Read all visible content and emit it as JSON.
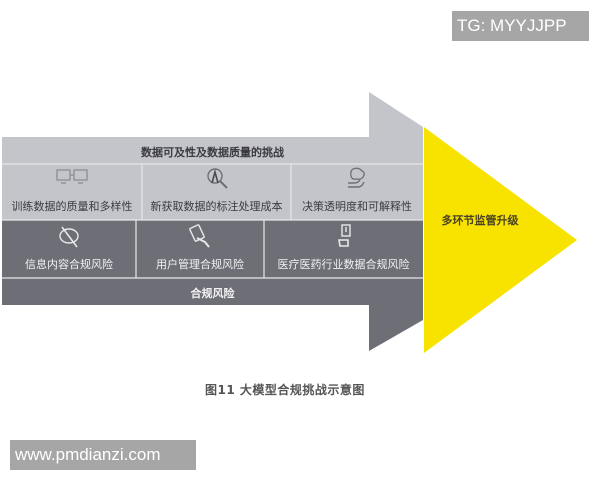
{
  "diagram": {
    "top_band": {
      "label": "数据可及性及数据质量的挑战"
    },
    "data_challenges": [
      {
        "label": "训练数据的质量和多样性",
        "icon": "dual-monitor-icon"
      },
      {
        "label": "新获取数据的标注处理成本",
        "icon": "annotation-magnifier-icon"
      },
      {
        "label": "决策透明度和可解释性",
        "icon": "hand-thought-icon"
      }
    ],
    "compliance_risks": [
      {
        "label": "信息内容合规风险",
        "icon": "no-chat-icon"
      },
      {
        "label": "用户管理合规风险",
        "icon": "hand-card-icon"
      },
      {
        "label": "医疗医药行业数据合规风险",
        "icon": "hand-alert-icon"
      }
    ],
    "bottom_band": {
      "label": "合规风险"
    },
    "arrow_head": {
      "label": "多环节监管升级"
    },
    "caption": "图11 大模型合规挑战示意图",
    "colors": {
      "light_gray": "#c4c4cb",
      "dark_gray": "#6e6e76",
      "yellow": "#f7e200",
      "divider": "#e6e6ea"
    }
  },
  "watermarks": {
    "top_right": "TG: MYYJJPP",
    "bottom_left": "www.pmdianzi.com"
  }
}
